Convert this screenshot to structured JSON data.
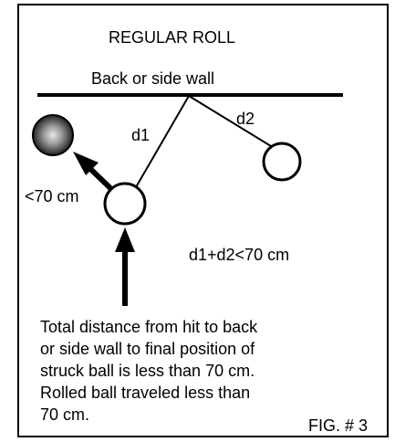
{
  "figure": {
    "title": "REGULAR ROLL",
    "wall_label": "Back or side wall",
    "label_d1": "d1",
    "label_d2": "d2",
    "label_distance": "<70 cm",
    "equation": "d1+d2<70 cm",
    "caption_lines": [
      "Total distance from hit to back",
      "or side wall to final position of",
      "struck ball is less than 70 cm.",
      "Rolled ball traveled less than",
      "70 cm."
    ],
    "figure_number": "FIG. # 3",
    "colors": {
      "stroke": "#000000",
      "background": "#ffffff",
      "rolled_ball_center": "#d8d8d8",
      "rolled_ball_edge": "#2a2a2a"
    }
  }
}
